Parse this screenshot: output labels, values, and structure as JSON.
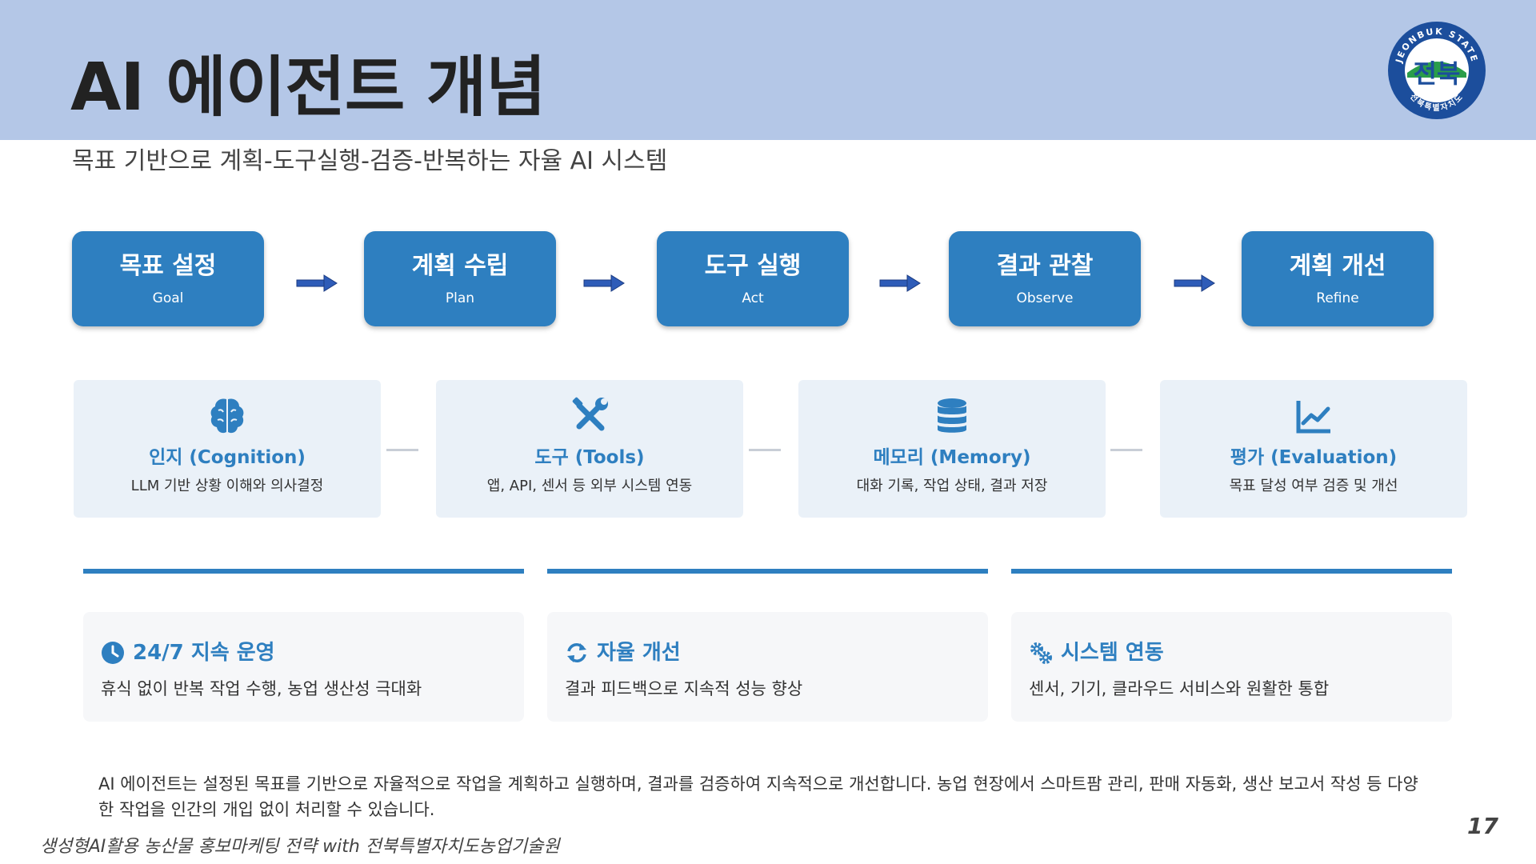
{
  "header": {
    "title": "AI 에이전트 개념",
    "subtitle": "목표 기반으로 계획-도구실행-검증-반복하는 자율 AI 시스템",
    "logo": {
      "main": "전북",
      "ring_top": "JEONBUK STATE",
      "ring_bottom": "전북특별자치도"
    }
  },
  "colors": {
    "accent": "#2e7fc0",
    "header_bg": "#b4c7e7",
    "card_bg": "#eaf1f8"
  },
  "steps": [
    {
      "ko": "목표 설정",
      "en": "Goal"
    },
    {
      "ko": "계획 수립",
      "en": "Plan"
    },
    {
      "ko": "도구 실행",
      "en": "Act"
    },
    {
      "ko": "결과 관찰",
      "en": "Observe"
    },
    {
      "ko": "계획 개선",
      "en": "Refine"
    }
  ],
  "components": [
    {
      "icon": "brain-icon",
      "title": "인지 (Cognition)",
      "desc": "LLM 기반 상황 이해와 의사결정"
    },
    {
      "icon": "tools-icon",
      "title": "도구 (Tools)",
      "desc": "앱, API, 센서 등 외부 시스템 연동"
    },
    {
      "icon": "database-icon",
      "title": "메모리 (Memory)",
      "desc": "대화 기록, 작업 상태, 결과 저장"
    },
    {
      "icon": "chart-line-icon",
      "title": "평가 (Evaluation)",
      "desc": "목표 달성 여부 검증 및 개선"
    }
  ],
  "features": [
    {
      "icon": "clock-icon",
      "title": "24/7 지속 운영",
      "desc": "휴식 없이 반복 작업 수행, 농업 생산성 극대화"
    },
    {
      "icon": "refresh-icon",
      "title": "자율 개선",
      "desc": "결과 피드백으로 지속적 성능 향상"
    },
    {
      "icon": "gears-icon",
      "title": "시스템 연동",
      "desc": "센서, 기기, 클라우드 서비스와 원활한 통합"
    }
  ],
  "summary": "AI 에이전트는 설정된 목표를 기반으로 자율적으로 작업을 계획하고 실행하며, 결과를 검증하여 지속적으로 개선합니다. 농업 현장에서 스마트팜 관리, 판매 자동화, 생산 보고서 작성 등 다양한 작업을 인간의 개입 없이 처리할 수 있습니다.",
  "footer": {
    "text": "생성형AI활용 농산물 홍보마케팅 전략 with 전북특별자치도농업기술원",
    "page": "17"
  }
}
